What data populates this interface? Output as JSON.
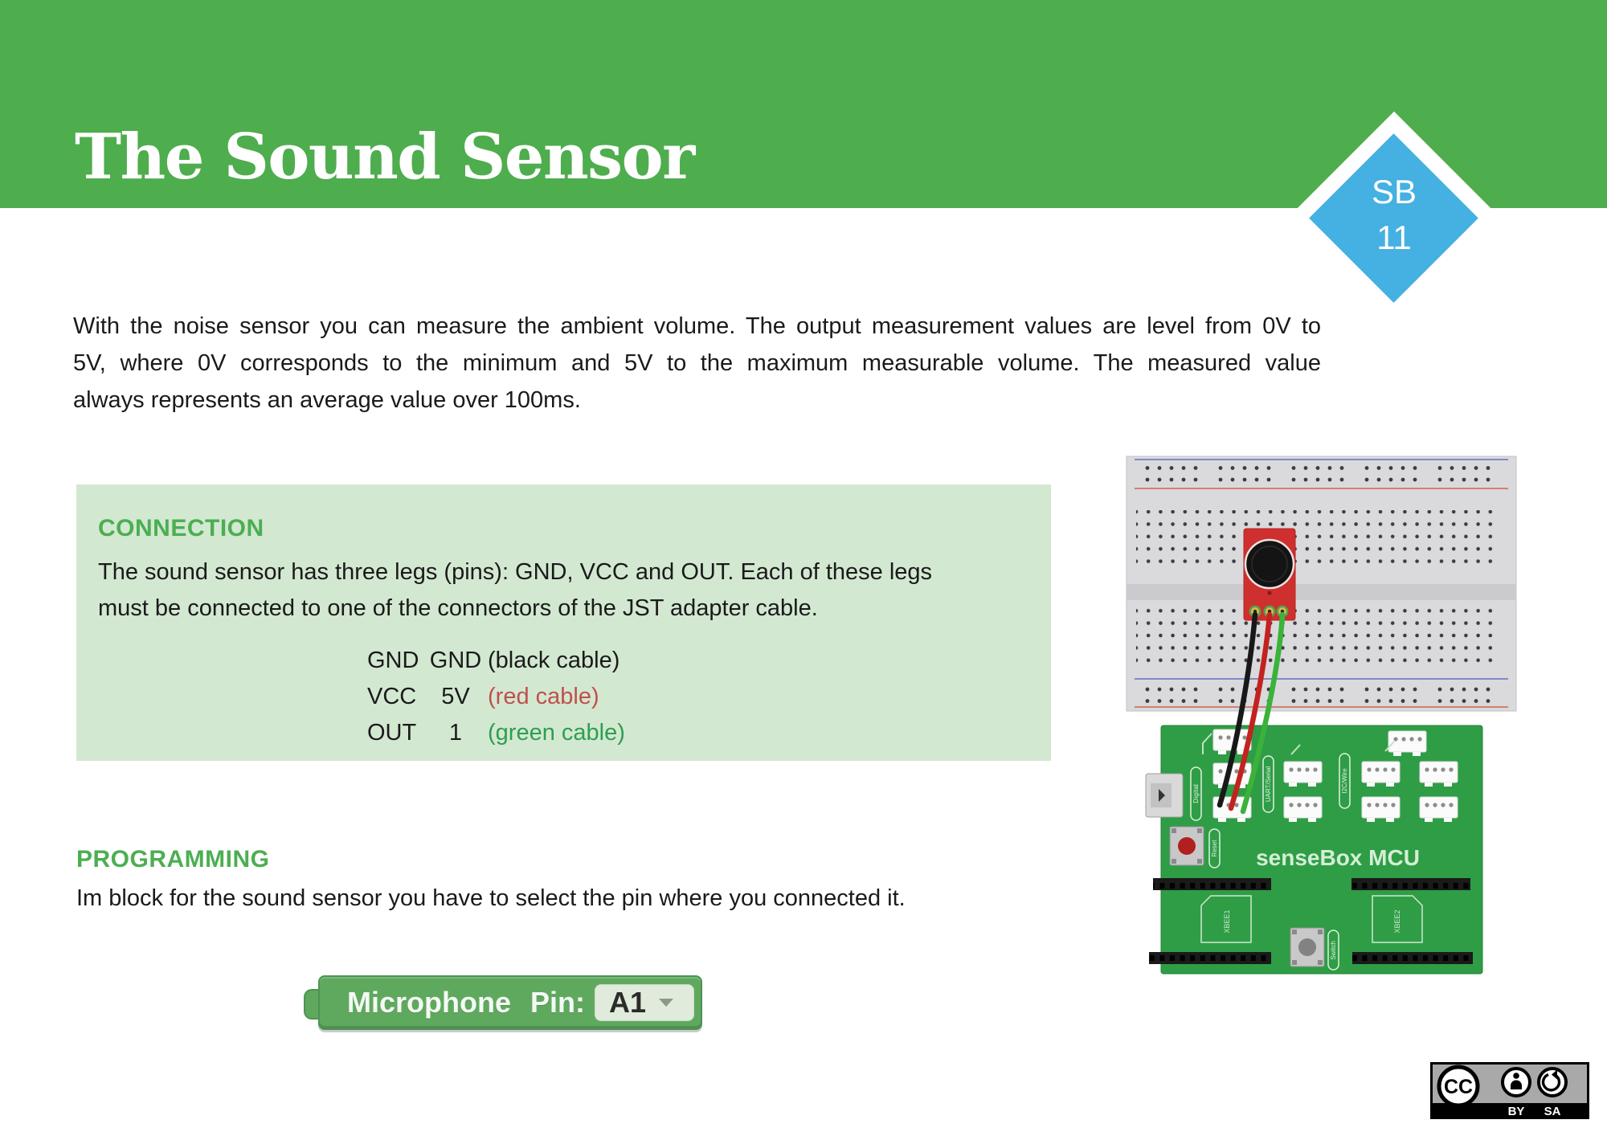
{
  "header": {
    "title": "The Sound Sensor",
    "badge": {
      "line1": "SB",
      "line2": "11"
    }
  },
  "intro": {
    "lines": [
      "With the noise sensor you can measure the ambient volume. The output measurement values are level from 0V to",
      "5V, where 0V corresponds to the minimum and 5V to the maximum measurable volume. The measured value",
      "always represents an average value over 100ms."
    ]
  },
  "connection": {
    "heading": "CONNECTION",
    "lines": [
      "The sound sensor has three legs (pins): GND, VCC and OUT. Each of these legs",
      "must be connected to one of the connectors of the JST adapter cable."
    ],
    "rows": [
      {
        "pin": "GND",
        "target": "GND",
        "cable": "(black cable)"
      },
      {
        "pin": "VCC",
        "target": "5V",
        "cable": "(red cable)"
      },
      {
        "pin": "OUT",
        "target": "1",
        "cable": "(green cable)"
      }
    ]
  },
  "programming": {
    "heading": "PROGRAMMING",
    "line": "Im block for the sound sensor you have to select the pin where you connected it."
  },
  "block": {
    "label": "Microphone",
    "pin_label": "Pin:",
    "pin_value": "A1"
  },
  "diagram": {
    "board_label": "senseBox MCU",
    "ports": [
      "Digital",
      "UART/Serial",
      "I2C/Wire"
    ],
    "reset_label": "Reset",
    "switch_label": "Switch",
    "xbee": [
      "XBEE1",
      "XBEE2"
    ],
    "cables": [
      "black",
      "red",
      "green"
    ]
  },
  "license": {
    "cc": "CC",
    "by": "BY",
    "sa": "SA"
  },
  "colors": {
    "header_green": "#4ead4d",
    "accent_green": "#4cae52",
    "box_bg": "#d3e8d1",
    "badge_blue": "#45b0e2",
    "block_green": "#5fa95f",
    "cable_red_text": "#c0504d",
    "cable_green_text": "#2e9e50"
  }
}
